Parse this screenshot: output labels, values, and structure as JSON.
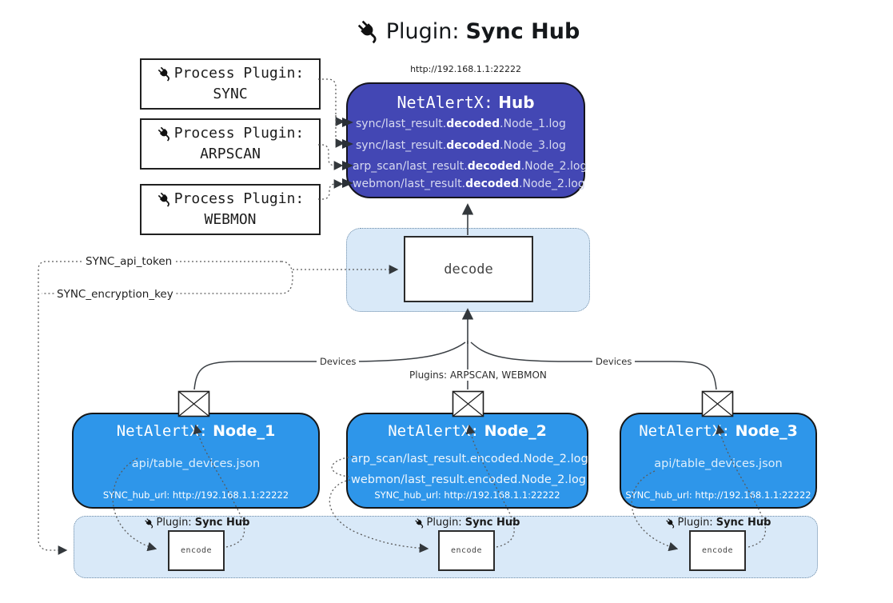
{
  "title": {
    "prefix": "Plugin:",
    "name": "Sync Hub"
  },
  "hub": {
    "url": "http://192.168.1.1:22222",
    "name_prefix": "NetAlertX:",
    "name": "Hub",
    "logs": [
      {
        "pre": "sync/last_result.",
        "mid": "decoded",
        "post": ".Node_1.log"
      },
      {
        "pre": "sync/last_result.",
        "mid": "decoded",
        "post": ".Node_3.log"
      },
      {
        "pre": "arp_scan/last_result.",
        "mid": "decoded",
        "post": ".Node_2.log"
      },
      {
        "pre": "webmon/last_result.",
        "mid": "decoded",
        "post": ".Node_2.log"
      }
    ]
  },
  "process_plugins": [
    {
      "line1": "Process Plugin:",
      "line2": "SYNC"
    },
    {
      "line1": "Process Plugin:",
      "line2": "ARPSCAN"
    },
    {
      "line1": "Process Plugin:",
      "line2": "WEBMON"
    }
  ],
  "decode": {
    "label": "decode"
  },
  "keys": {
    "api_token": "SYNC_api_token",
    "encryption_key": "SYNC_encryption_key"
  },
  "edges": {
    "devices_left": "Devices",
    "devices_right": "Devices",
    "plugins_center": "Plugins: ARPSCAN, WEBMON"
  },
  "nodes": [
    {
      "name_prefix": "NetAlertX:",
      "name": "Node_1",
      "files": [
        "api/table_devices.json"
      ],
      "hub_url": "SYNC_hub_url: http://192.168.1.1:22222"
    },
    {
      "name_prefix": "NetAlertX:",
      "name": "Node_2",
      "files": [
        "arp_scan/last_result.encoded.Node_2.log",
        "webmon/last_result.encoded.Node_2.log"
      ],
      "hub_url": "SYNC_hub_url: http://192.168.1.1:22222"
    },
    {
      "name_prefix": "NetAlertX:",
      "name": "Node_3",
      "files": [
        "api/table_devices.json"
      ],
      "hub_url": "SYNC_hub_url: http://192.168.1.1:22222"
    }
  ],
  "encoders": [
    {
      "plugin_prefix": "Plugin:",
      "plugin_name": "Sync Hub",
      "label": "encode"
    },
    {
      "plugin_prefix": "Plugin:",
      "plugin_name": "Sync Hub",
      "label": "encode"
    },
    {
      "plugin_prefix": "Plugin:",
      "plugin_name": "Sync Hub",
      "label": "encode"
    }
  ],
  "colors": {
    "hub_fill": "#4347b4",
    "node_fill": "#2e96ea",
    "container_fill": "#d9e9f8",
    "container_border": "#6d8ba6",
    "arrow": "#33383c",
    "hub_text_dim": "#d7daf0"
  }
}
